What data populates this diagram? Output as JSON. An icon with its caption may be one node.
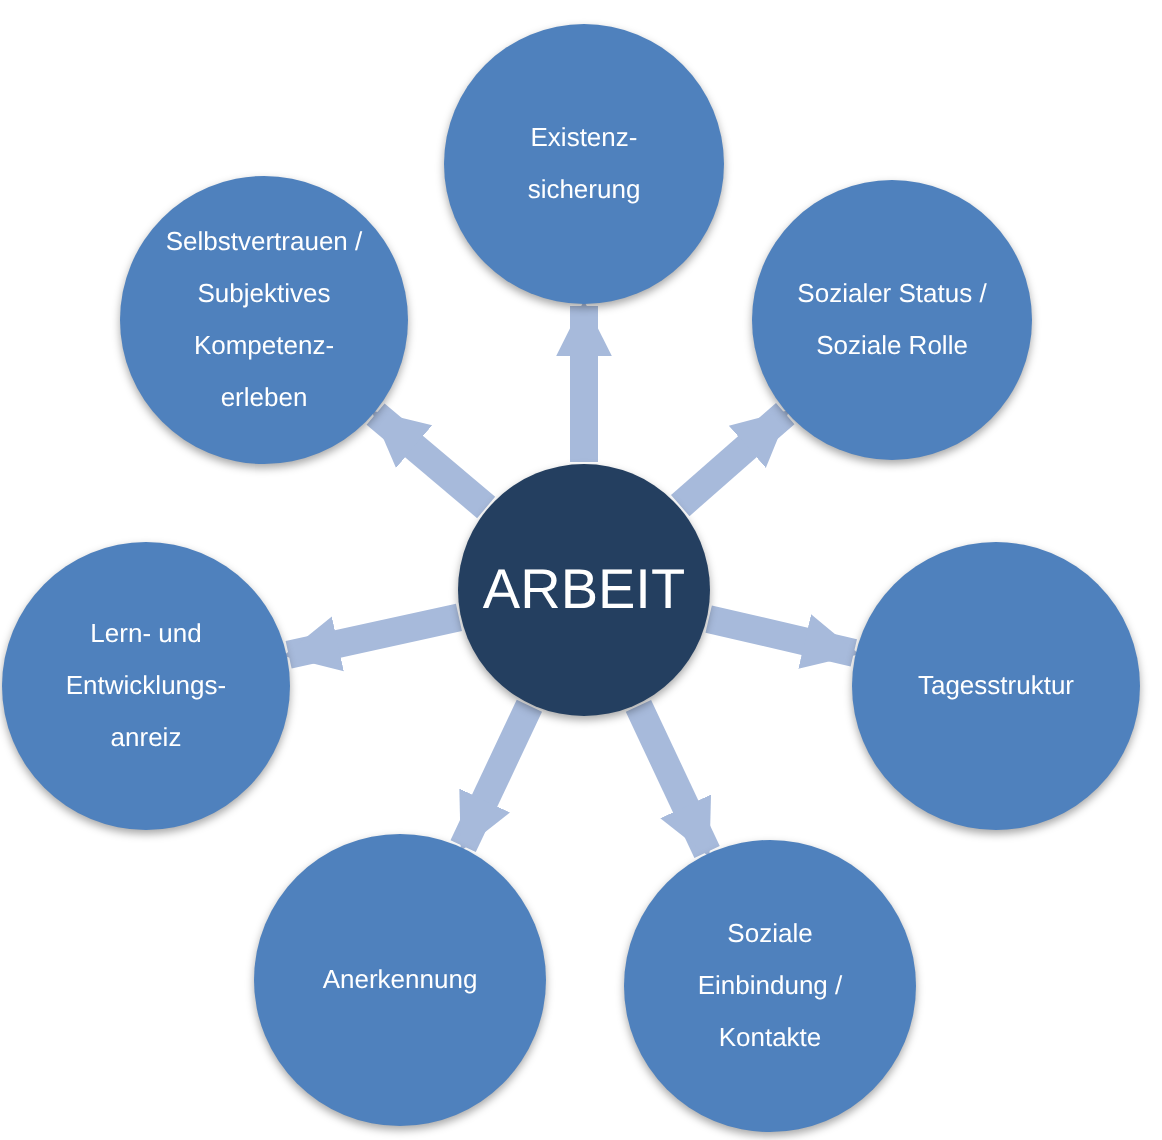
{
  "diagram": {
    "nodes": [
      {
        "text": [
          "ARBEIT"
        ]
      },
      {
        "text": [
          "Existenz- sicherung"
        ]
      },
      {
        "text": [
          "Sozialer Status / Soziale Rolle"
        ]
      },
      {
        "text": [
          "Tagesstruktur"
        ]
      },
      {
        "text": [
          "Soziale Einbindung / Kontakte"
        ]
      },
      {
        "text": [
          "Anerkennung"
        ]
      },
      {
        "text": [
          "Lern- und Entwicklungs- anreiz"
        ]
      },
      {
        "text": [
          "Selbstvertrauen / Subjektives Kompetenz- erleben"
        ]
      }
    ],
    "edges": [
      {
        "from": 0,
        "to": 1,
        "arrow": "to"
      },
      {
        "from": 0,
        "to": 2,
        "arrow": "to"
      },
      {
        "from": 0,
        "to": 3,
        "arrow": "to"
      },
      {
        "from": 0,
        "to": 4,
        "arrow": "to"
      },
      {
        "from": 0,
        "to": 5,
        "arrow": "to"
      },
      {
        "from": 0,
        "to": 6,
        "arrow": "to"
      },
      {
        "from": 0,
        "to": 7,
        "arrow": "to"
      }
    ]
  }
}
